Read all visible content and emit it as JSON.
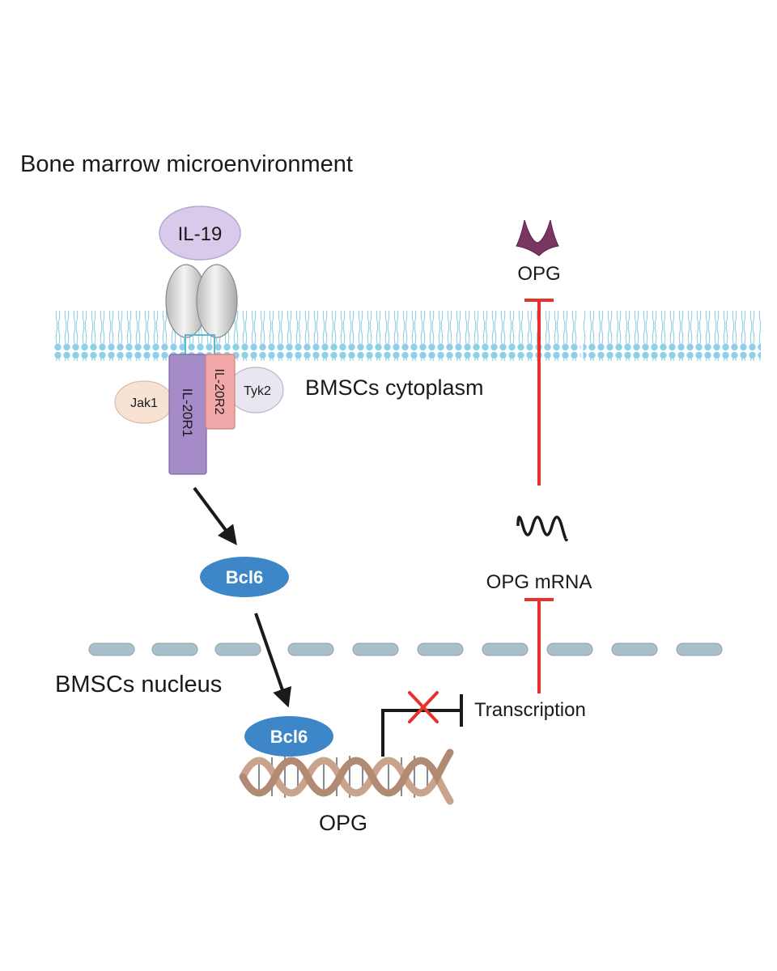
{
  "labels": {
    "microenvironment": "Bone marrow microenvironment",
    "cytoplasm": "BMSCs cytoplasm",
    "nucleus": "BMSCs nucleus",
    "il19": "IL-19",
    "jak1": "Jak1",
    "tyk2": "Tyk2",
    "il20r1": "IL-20R1",
    "il20r2": "IL-20R2",
    "bcl6_cytoplasm": "Bcl6",
    "bcl6_nucleus": "Bcl6",
    "opg_protein": "OPG",
    "opg_mrna": "OPG mRNA",
    "transcription": "Transcription",
    "opg_gene": "OPG"
  },
  "colors": {
    "membrane": "#8fd0e6",
    "il19": "#d9c9ea",
    "il20r1": "#a58cc9",
    "il20r2": "#f2a8a8",
    "jak1": "#f8e2d4",
    "tyk2": "#eae6f0",
    "bcl6": "#3d86c8",
    "inhibition": "#e8312a",
    "opg_protein": "#7a3563",
    "nuclear_envelope": "#a9bfc9",
    "dna": "#c9a48c"
  }
}
